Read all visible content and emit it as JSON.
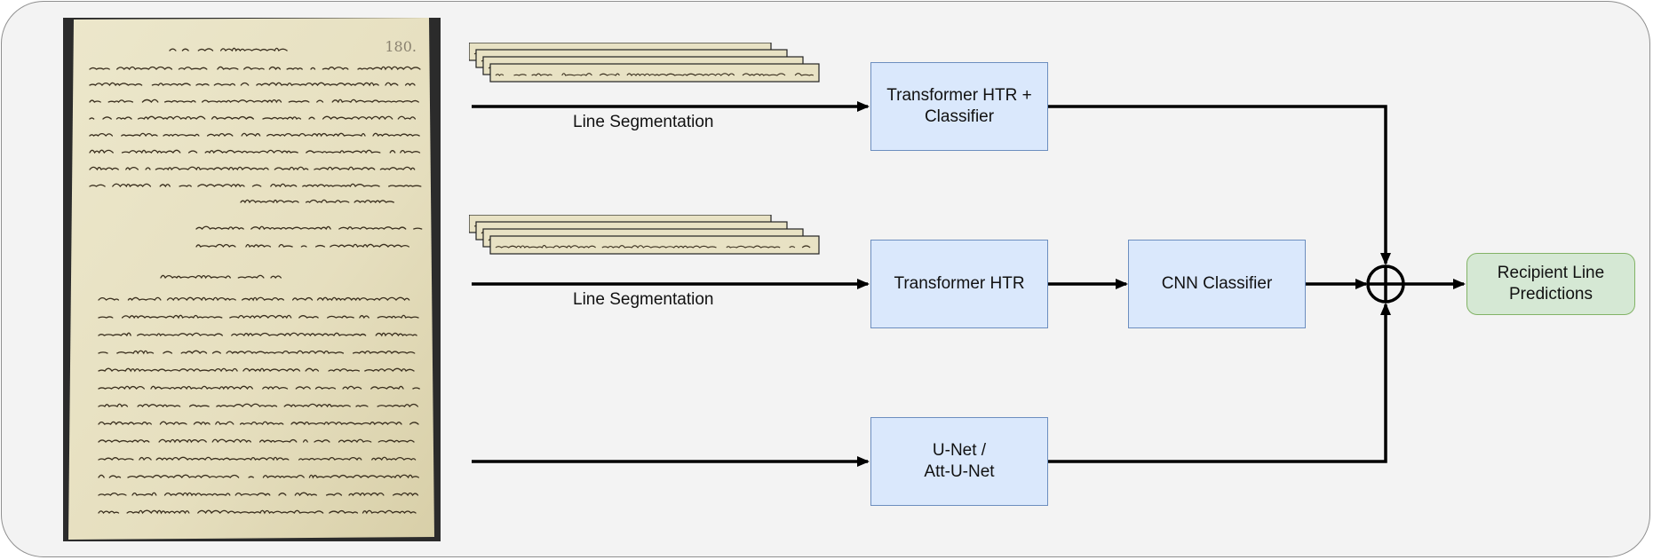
{
  "diagram": {
    "input_image": {
      "icon": "handwritten-letter-page",
      "page_number": "180."
    },
    "line_strip_icon": "segmented-text-lines",
    "pipeline_1": {
      "segmentation_label": "Line Segmentation",
      "model": "Transformer HTR +\nClassifier"
    },
    "pipeline_2": {
      "segmentation_label": "Line Segmentation",
      "model": "Transformer HTR",
      "classifier": "CNN Classifier"
    },
    "pipeline_3": {
      "model": "U-Net /\nAtt-U-Net"
    },
    "combine_icon": "circle-plus-icon",
    "output": "Recipient Line Predictions",
    "colors": {
      "model_fill": "#dae8fc",
      "model_stroke": "#6c8ebf",
      "output_fill": "#d5e8d4",
      "output_stroke": "#82b366",
      "background": "#f3f3f3",
      "paper": "#e8e2c4",
      "ink": "#3a2f1e"
    }
  }
}
